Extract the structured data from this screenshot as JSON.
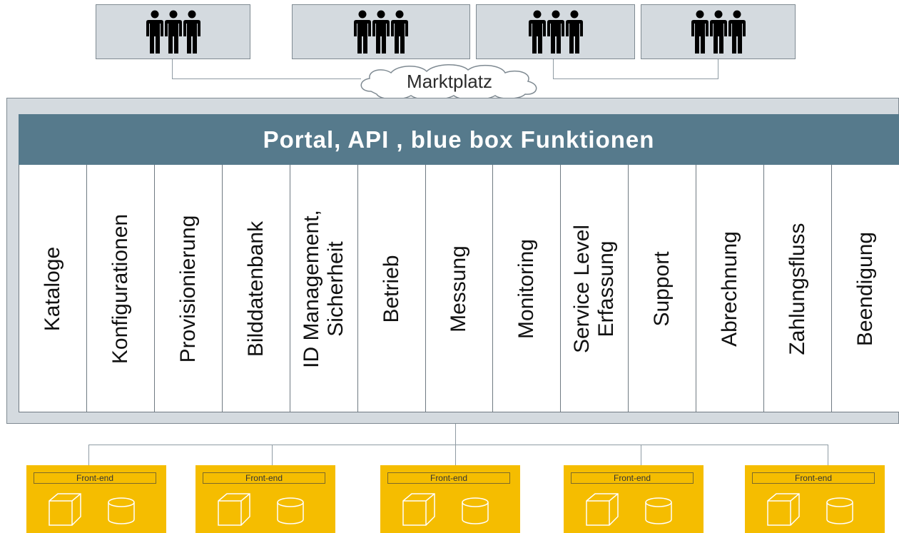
{
  "marketplace": {
    "label": "Marktplatz"
  },
  "user_groups": [
    {
      "icon": "people-group-icon"
    },
    {
      "icon": "people-group-icon"
    },
    {
      "icon": "people-group-icon"
    },
    {
      "icon": "people-group-icon"
    }
  ],
  "portal": {
    "title": "Portal, API , blue box Funktionen"
  },
  "functions": [
    "Kataloge",
    "Konfigurationen",
    "Provisionierung",
    "Bilddatenbank",
    "ID Management,\nSicherheit",
    "Betrieb",
    "Messung",
    "Monitoring",
    "Service Level\nErfassung",
    "Support",
    "Abrechnung",
    "Zahlungsfluss",
    "Beendigung"
  ],
  "frontends": [
    {
      "label": "Front-end"
    },
    {
      "label": "Front-end"
    },
    {
      "label": "Front-end"
    },
    {
      "label": "Front-end"
    },
    {
      "label": "Front-end"
    }
  ],
  "colors": {
    "panel": "#d4dadf",
    "header": "#567a8c",
    "frontend": "#f5bd00"
  }
}
